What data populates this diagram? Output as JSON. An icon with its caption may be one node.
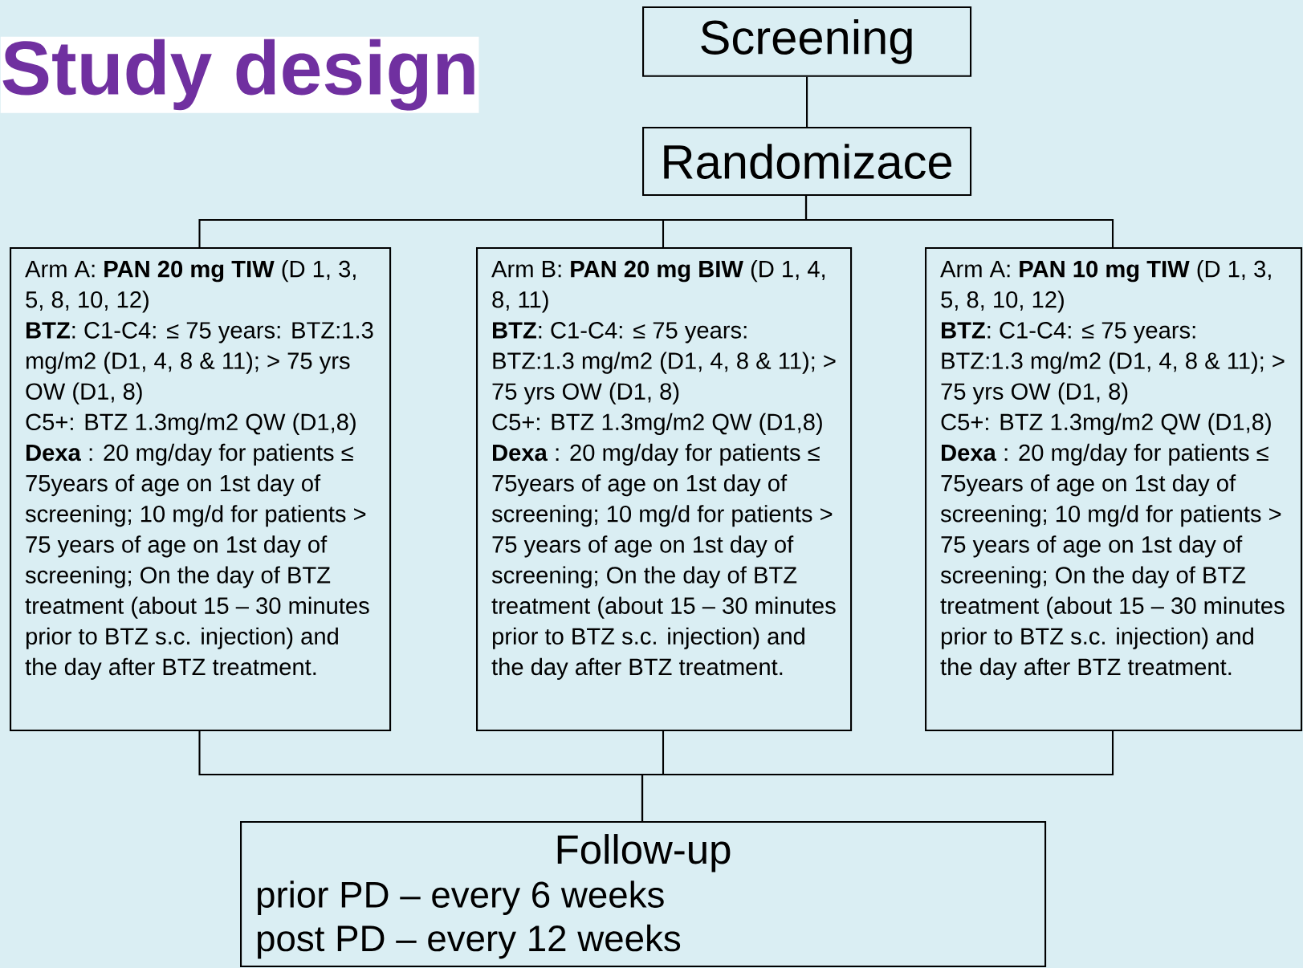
{
  "diagram": {
    "title": "Study design",
    "nodes": [
      {
        "text": [
          "Screening"
        ]
      },
      {
        "text": [
          "Randomizace"
        ]
      },
      {
        "text": [
          "Arm A: **PAN 20 mg TIW** (D 1, 3, 5, 8, 10, 12)",
          "**BTZ**: C1-C4: ≤ 75 years: BTZ:1.3 mg/m2 (D1, 4, 8 & 11); > 75 yrs OW (D1, 8)",
          "C5+: BTZ 1.3mg/m2 QW (D1,8)",
          "**Dexa** : 20 mg/day for patients ≤ 75years of age on 1st day of screening; 10 mg/d for patients > 75 years of age on 1st day of screening; On the day of BTZ treatment (about 15 – 30 minutes prior to BTZ s.c. injection) and the day after BTZ treatment."
        ]
      },
      {
        "text": [
          "Arm B: **PAN 20 mg BIW** (D 1, 4, 8, 11)",
          "**BTZ**: C1-C4: ≤ 75 years: BTZ:1.3 mg/m2 (D1, 4, 8 & 11); > 75 yrs OW (D1, 8)",
          "C5+: BTZ 1.3mg/m2 QW (D1,8)",
          "**Dexa** : 20 mg/day for patients ≤ 75years of age on 1st day of screening; 10 mg/d for patients > 75 years of age on 1st day of screening; On the day of BTZ treatment (about 15 – 30 minutes prior to BTZ s.c. injection) and the day after BTZ treatment."
        ]
      },
      {
        "text": [
          "Arm A: **PAN 10 mg TIW** (D 1, 3, 5, 8, 10, 12)",
          "**BTZ**: C1-C4: ≤ 75 years: BTZ:1.3 mg/m2 (D1, 4, 8 & 11); > 75 yrs OW (D1, 8)",
          "C5+: BTZ 1.3mg/m2 QW (D1,8)",
          "**Dexa** : 20 mg/day for patients ≤ 75years of age on 1st day of screening; 10 mg/d for patients > 75 years of age on 1st day of screening; On the day of BTZ treatment (about 15 – 30 minutes prior to BTZ s.c. injection) and the day after BTZ treatment."
        ]
      },
      {
        "text": [
          "Follow-up",
          "prior PD – every 6 weeks",
          "post PD – every 12 weeks"
        ]
      }
    ],
    "edges": [
      {
        "from": 0,
        "to": 1,
        "arrow": "none"
      },
      {
        "from": 1,
        "to": 2,
        "arrow": "none"
      },
      {
        "from": 1,
        "to": 3,
        "arrow": "none"
      },
      {
        "from": 1,
        "to": 4,
        "arrow": "none"
      },
      {
        "from": 2,
        "to": 5,
        "arrow": "none"
      },
      {
        "from": 3,
        "to": 5,
        "arrow": "none"
      },
      {
        "from": 4,
        "to": 5,
        "arrow": "none"
      }
    ]
  }
}
